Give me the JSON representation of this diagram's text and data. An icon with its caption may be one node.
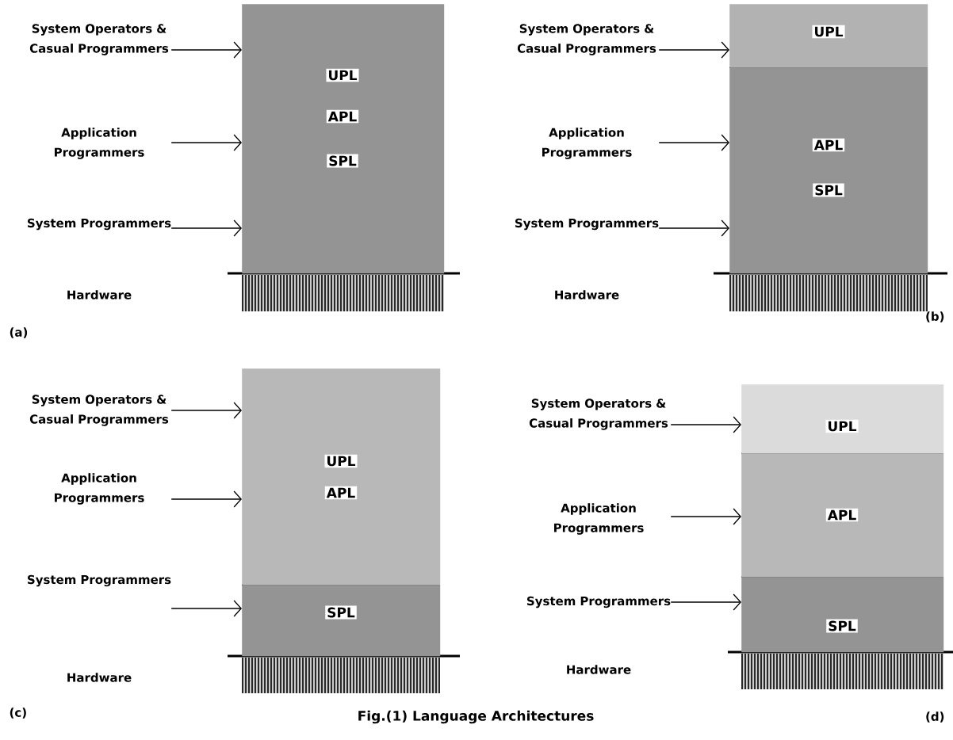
{
  "diagram": {
    "caption": "Fig.(1) Language Architectures",
    "nodes": [
      {
        "text": [
          "System Operators & Casual Programmers"
        ]
      },
      {
        "text": [
          "Application Programmers"
        ]
      },
      {
        "text": [
          "System Programmers"
        ]
      },
      {
        "text": [
          "UPL",
          "APL",
          "SPL"
        ]
      },
      {
        "text": [
          "System Operators & Casual Programmers"
        ]
      },
      {
        "text": [
          "Application Programmers"
        ]
      },
      {
        "text": [
          "System Programmers"
        ]
      },
      {
        "text": [
          "UPL"
        ]
      },
      {
        "text": [
          "APL",
          "SPL"
        ]
      },
      {
        "text": [
          "System Operators & Casual Programmers"
        ]
      },
      {
        "text": [
          "Application Programmers"
        ]
      },
      {
        "text": [
          "System Programmers"
        ]
      },
      {
        "text": [
          "UPL",
          "APL"
        ]
      },
      {
        "text": [
          "SPL"
        ]
      },
      {
        "text": [
          "System Operators & Casual Programmers"
        ]
      },
      {
        "text": [
          "Application Programmers"
        ]
      },
      {
        "text": [
          "System Programmers"
        ]
      },
      {
        "text": [
          "UPL"
        ]
      },
      {
        "text": [
          "APL"
        ]
      },
      {
        "text": [
          "SPL"
        ]
      }
    ],
    "edges": [
      {
        "from": 0,
        "to": 3,
        "arrow": "to"
      },
      {
        "from": 1,
        "to": 3,
        "arrow": "to"
      },
      {
        "from": 2,
        "to": 3,
        "arrow": "to"
      },
      {
        "from": 4,
        "to": 7,
        "arrow": "to"
      },
      {
        "from": 5,
        "to": 8,
        "arrow": "to"
      },
      {
        "from": 6,
        "to": 8,
        "arrow": "to"
      },
      {
        "from": 9,
        "to": 12,
        "arrow": "to"
      },
      {
        "from": 10,
        "to": 12,
        "arrow": "to"
      },
      {
        "from": 11,
        "to": 13,
        "arrow": "to"
      },
      {
        "from": 14,
        "to": 17,
        "arrow": "to"
      },
      {
        "from": 15,
        "to": 18,
        "arrow": "to"
      },
      {
        "from": 16,
        "to": 19,
        "arrow": "to"
      }
    ],
    "labels": [
      "Hardware",
      "Hardware",
      "(a)",
      "(b)",
      "Hardware",
      "Hardware",
      "(c)",
      "(d)"
    ]
  }
}
